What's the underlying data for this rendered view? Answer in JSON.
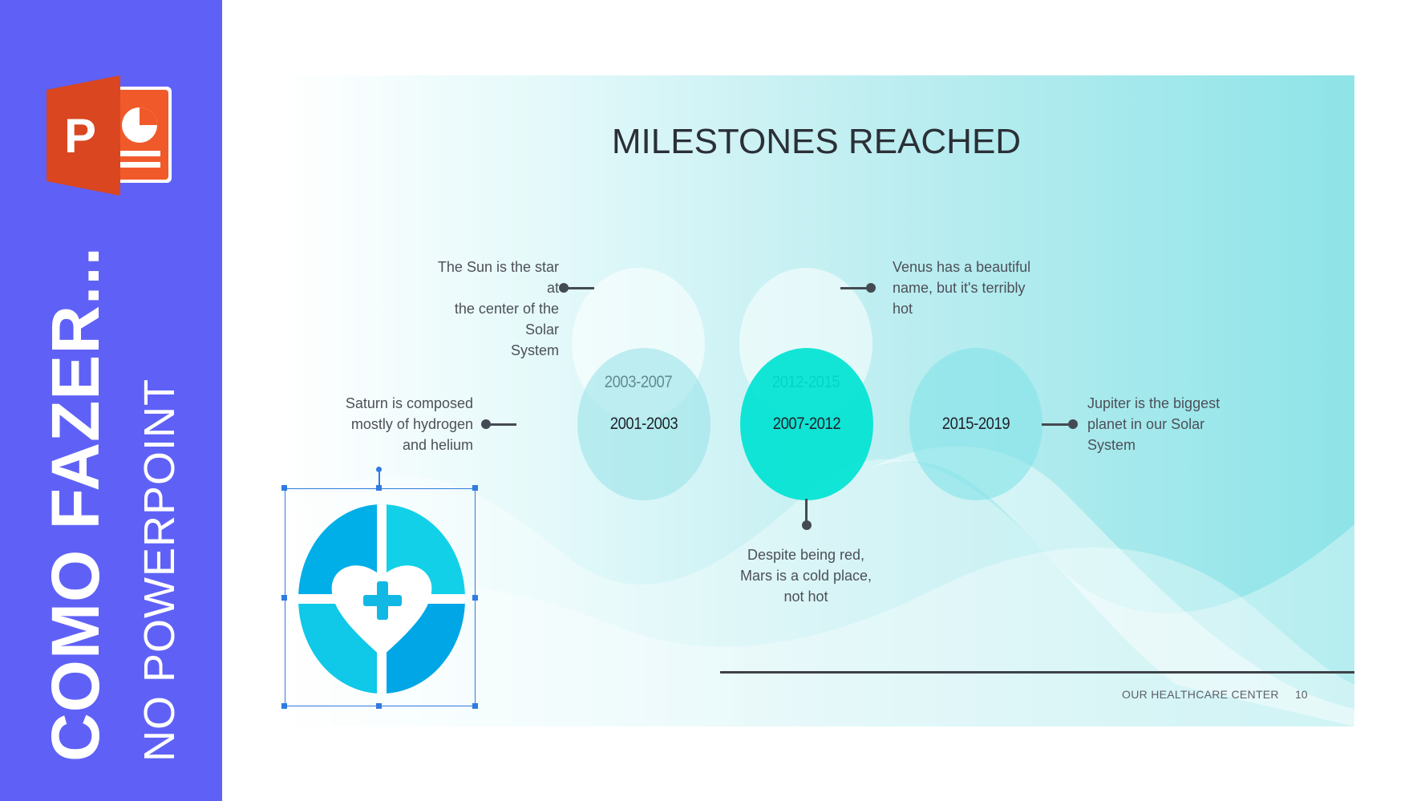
{
  "banner": {
    "title": "COMO FAZER...",
    "subtitle": "NO POWERPOINT",
    "logo_icon": "powerpoint-logo-icon",
    "background_color": "#5f61f6"
  },
  "slide": {
    "title": "MILESTONES REACHED",
    "milestones": [
      {
        "period": "2003-2007",
        "description": "The Sun is the star at the center of the Solar System"
      },
      {
        "period": "2012-2015",
        "description": "Venus has a beautiful name, but it's terribly hot"
      },
      {
        "period": "2001-2003",
        "description": "Saturn is composed mostly of hydrogen and helium"
      },
      {
        "period": "2007-2012",
        "description": "Despite being red, Mars is a cold place, not hot"
      },
      {
        "period": "2015-2019",
        "description": "Jupiter is the biggest planet in our Solar System"
      }
    ],
    "desc_lines": {
      "sun": [
        "The Sun is the star at",
        "the center of the Solar",
        "System"
      ],
      "venus": [
        "Venus has a beautiful",
        "name, but it's terribly",
        "hot"
      ],
      "saturn": [
        "Saturn is composed",
        "mostly of hydrogen",
        "and helium"
      ],
      "mars": [
        "Despite being red,",
        "Mars is a cold place,",
        "not hot"
      ],
      "jupiter": [
        "Jupiter is the biggest",
        "planet in our Solar",
        "System"
      ]
    },
    "footer": {
      "text": "OUR HEALTHCARE CENTER",
      "page_number": "10"
    },
    "accent_color": "#00e3d2",
    "selected_icon": "healthcare-heart-cross-icon"
  }
}
